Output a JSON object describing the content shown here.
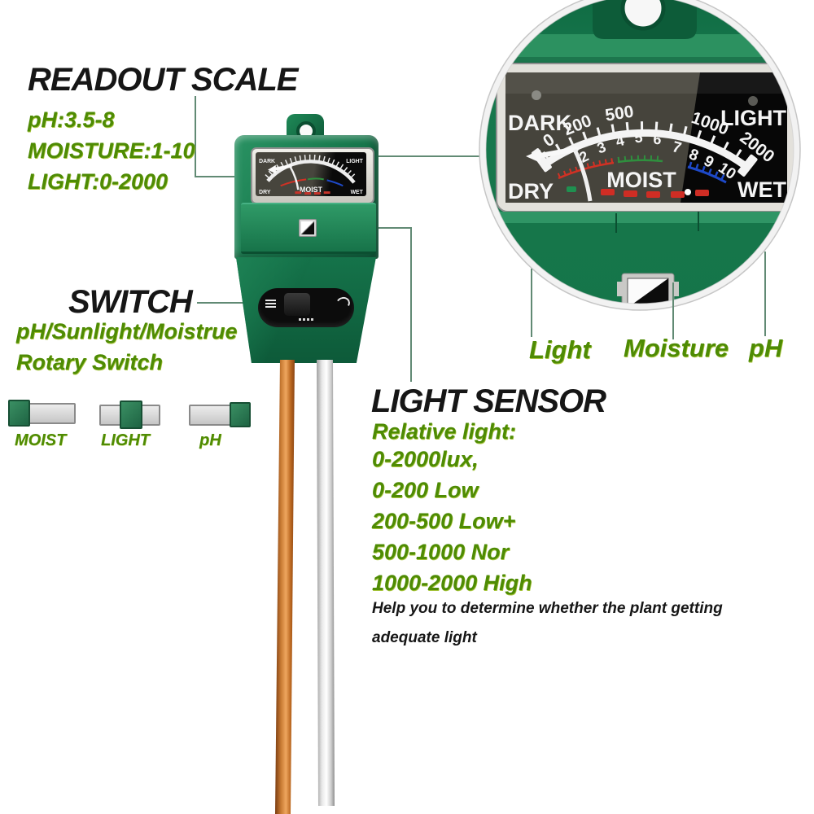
{
  "sections": {
    "readout": {
      "title": "READOUT SCALE",
      "lines": [
        "pH:3.5-8",
        "MOISTURE:1-10",
        "LIGHT:0-2000"
      ]
    },
    "switch": {
      "title": "SWITCH",
      "subtitle1": "pH/Sunlight/Moistrue",
      "subtitle2": "Rotary Switch",
      "positions": [
        {
          "label": "MOIST",
          "knob": "left"
        },
        {
          "label": "LIGHT",
          "knob": "middle"
        },
        {
          "label": "pH",
          "knob": "right"
        }
      ]
    },
    "light_sensor": {
      "title": "LIGHT SENSOR",
      "lines": [
        "Relative light:",
        "0-2000lux,",
        "0-200 Low",
        "200-500 Low+",
        "500-1000 Nor",
        "1000-2000 High"
      ],
      "note": [
        "Help you to determine whether the plant getting",
        "adequate light"
      ]
    },
    "pointers": {
      "light": "Light",
      "moisture": "Moisture",
      "ph": "pH"
    }
  },
  "gauge": {
    "regions": {
      "top_left": "DARK",
      "top_right": "LIGHT",
      "bottom_left": "DRY",
      "bottom_right": "WET",
      "center": "MOIST"
    },
    "light_scale": [
      "0",
      "200",
      "500",
      "1000",
      "2000"
    ],
    "moisture_scale": [
      "2",
      "3",
      "4",
      "5",
      "6",
      "7",
      "8",
      "9",
      "10"
    ]
  },
  "icons": {
    "hanging_hole": "circle-hole",
    "light_sensor_window": "diagonal-split-square",
    "rotary_switch_arrow": "curved-arrow",
    "needle": "gauge-needle"
  },
  "colors": {
    "device_green": "#17784d",
    "annotation_green": "#4e8b04",
    "heading_black": "#161616",
    "scale_red": "#d13124",
    "scale_green": "#2f8f3e",
    "scale_blue": "#1e49c8",
    "copper_probe": "#c87a33",
    "silver_probe": "#e8e8e8",
    "connector_line": "#618a74"
  }
}
